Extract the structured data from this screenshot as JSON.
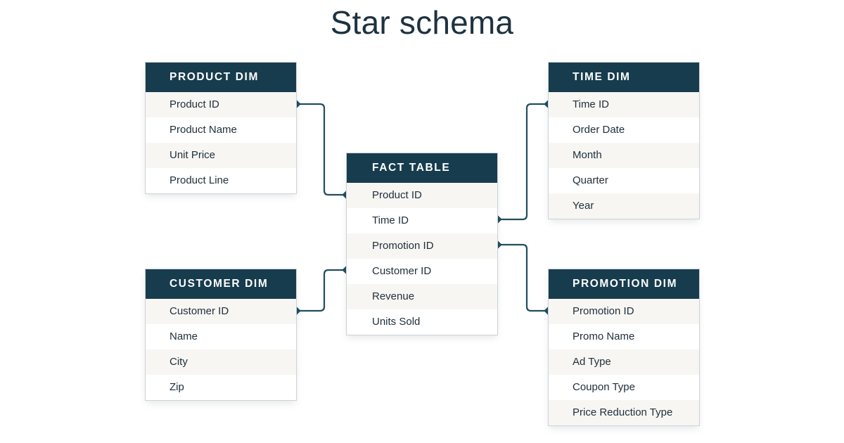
{
  "title": "Star schema",
  "colors": {
    "header_bg": "#173c4e",
    "header_text": "#ffffff",
    "row_text": "#1d2e3b",
    "row_alt_bg": "#f8f6f3",
    "row_bg": "#ffffff",
    "connector": "#1f4e60",
    "title_text": "#1e3240",
    "border": "#cdd2d6",
    "canvas_bg": "#ffffff"
  },
  "tables": {
    "product_dim": {
      "header": "PRODUCT DIM",
      "rows": [
        "Product ID",
        "Product Name",
        "Unit Price",
        "Product Line"
      ]
    },
    "time_dim": {
      "header": "TIME DIM",
      "rows": [
        "Time ID",
        "Order Date",
        "Month",
        "Quarter",
        "Year"
      ]
    },
    "fact": {
      "header": "FACT TABLE",
      "rows": [
        "Product ID",
        "Time ID",
        "Promotion ID",
        "Customer ID",
        "Revenue",
        "Units Sold"
      ]
    },
    "customer_dim": {
      "header": "CUSTOMER DIM",
      "rows": [
        "Customer ID",
        "Name",
        "City",
        "Zip"
      ]
    },
    "promotion_dim": {
      "header": "PROMOTION DIM",
      "rows": [
        "Promotion ID",
        "Promo Name",
        "Ad Type",
        "Coupon Type",
        "Price Reduction Type"
      ]
    }
  },
  "relationships": [
    {
      "name": "product-to-fact",
      "from": "PRODUCT DIM.Product ID",
      "to": "FACT TABLE.Product ID"
    },
    {
      "name": "fact-to-time",
      "from": "FACT TABLE.Time ID",
      "to": "TIME DIM.Time ID"
    },
    {
      "name": "fact-to-promotion",
      "from": "FACT TABLE.Promotion ID",
      "to": "PROMOTION DIM.Promotion ID"
    },
    {
      "name": "customer-to-fact",
      "from": "CUSTOMER DIM.Customer ID",
      "to": "FACT TABLE.Customer ID"
    }
  ]
}
